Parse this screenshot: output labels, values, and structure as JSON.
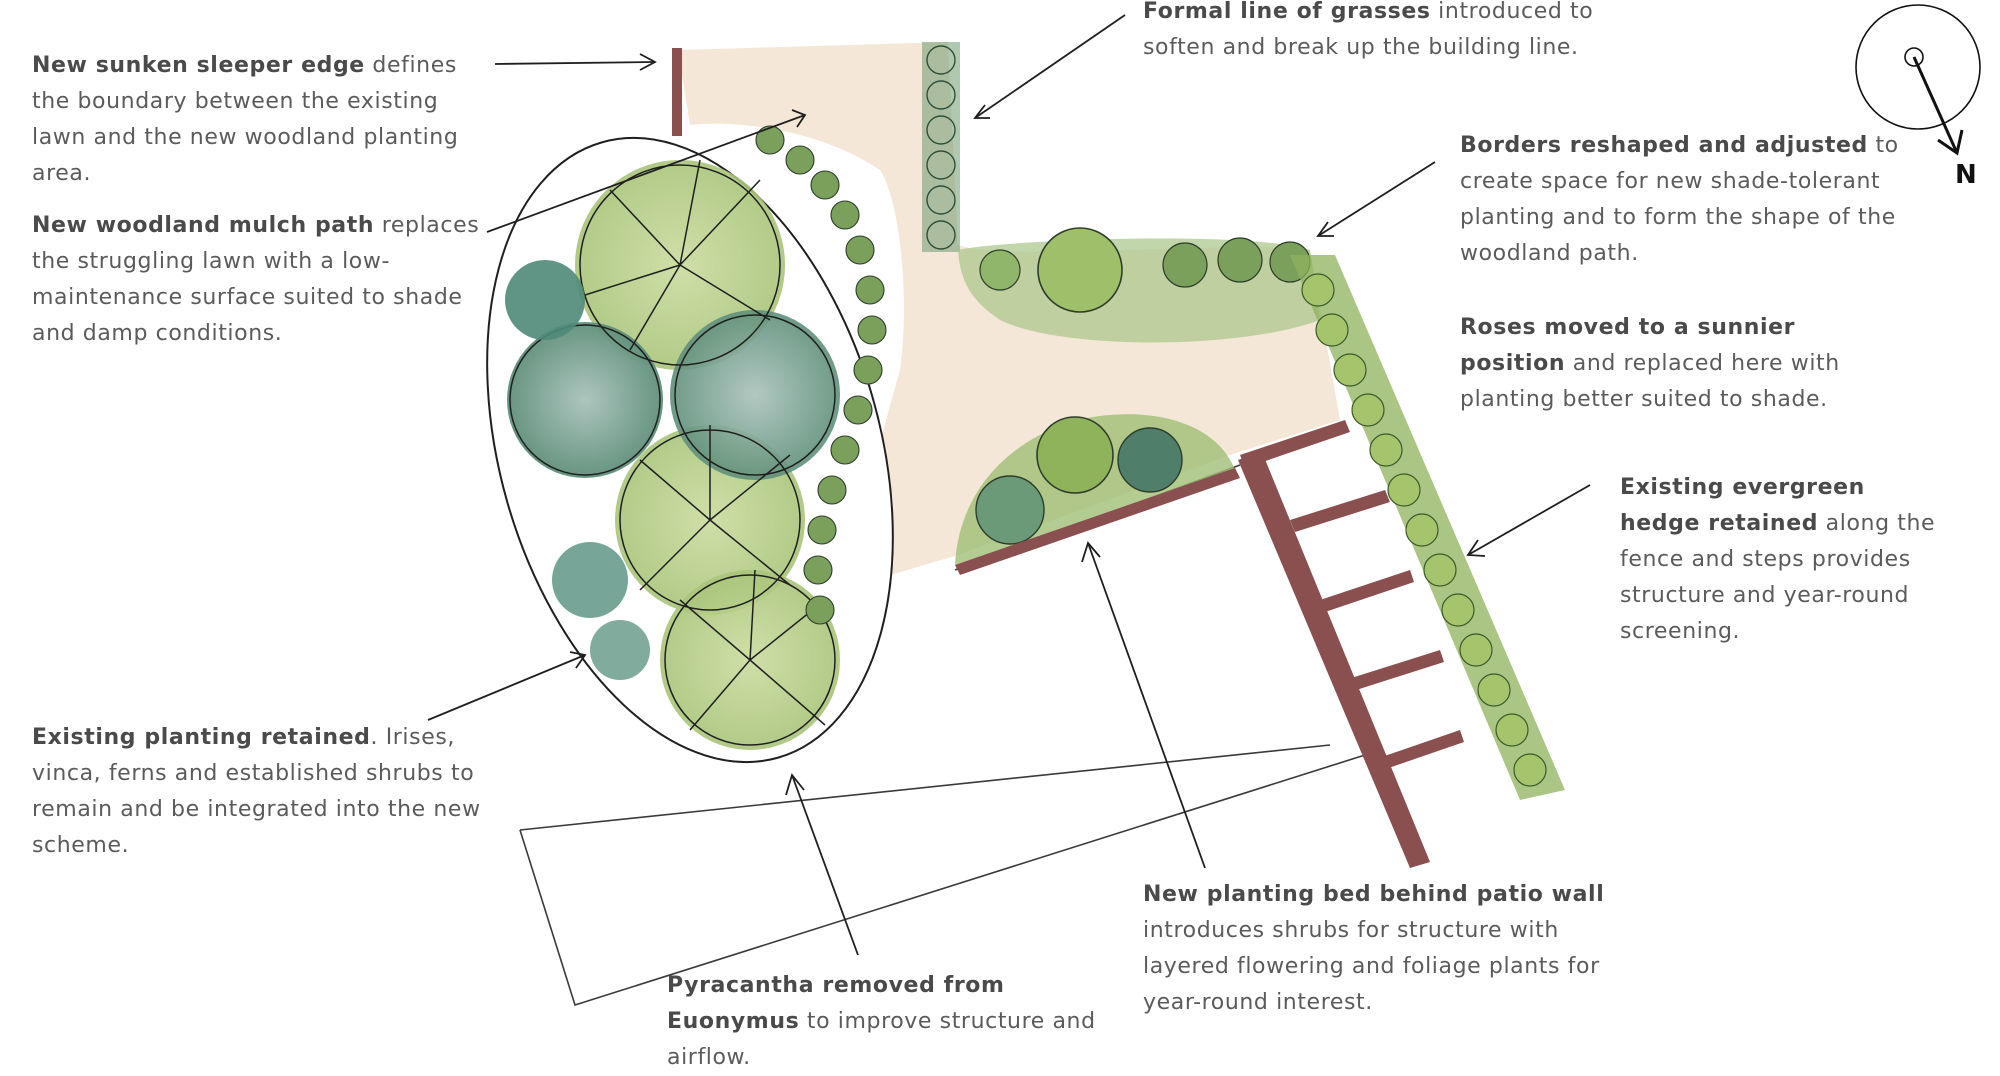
{
  "annotations": {
    "sleeper_edge": {
      "bold": "New sunken sleeper edge",
      "text": " defines the boundary between the existing lawn and the new woodland planting area."
    },
    "mulch_path": {
      "bold": "New woodland mulch path",
      "text": " replaces the struggling lawn with a low-maintenance surface suited to shade and damp conditions."
    },
    "existing_planting": {
      "bold": "Existing planting retained",
      "text": ". Irises, vinca, ferns and established shrubs to remain and be integrated into the new scheme."
    },
    "grasses": {
      "bold": "Formal line of grasses",
      "text": " introduced to soften and break up the building line."
    },
    "borders": {
      "bold": "Borders reshaped and adjusted",
      "text": " to create space for new shade-tolerant planting and to form the shape of the woodland path."
    },
    "roses": {
      "bold": "Roses moved to a sunnier position",
      "text": " and replaced here with planting better suited to shade."
    },
    "hedge": {
      "bold": "Existing evergreen hedge retained",
      "text": " along the fence and steps provides structure and year-round screening."
    },
    "planting_bed": {
      "bold": "New planting bed behind patio wall",
      "text": " introduces shrubs for structure with layered flowering and foliage plants for year-round interest."
    },
    "pyracantha": {
      "bold": "Pyracantha removed from Euonymus",
      "text": " to improve structure and airflow."
    }
  },
  "compass": {
    "label": "N"
  },
  "colors": {
    "path": "#f3e6d6",
    "planting_light": "#b5cc85",
    "planting_mid": "#7ea55c",
    "planting_dark": "#4f7f5e",
    "sleeper": "#8a4f4f",
    "ink": "#222222"
  }
}
